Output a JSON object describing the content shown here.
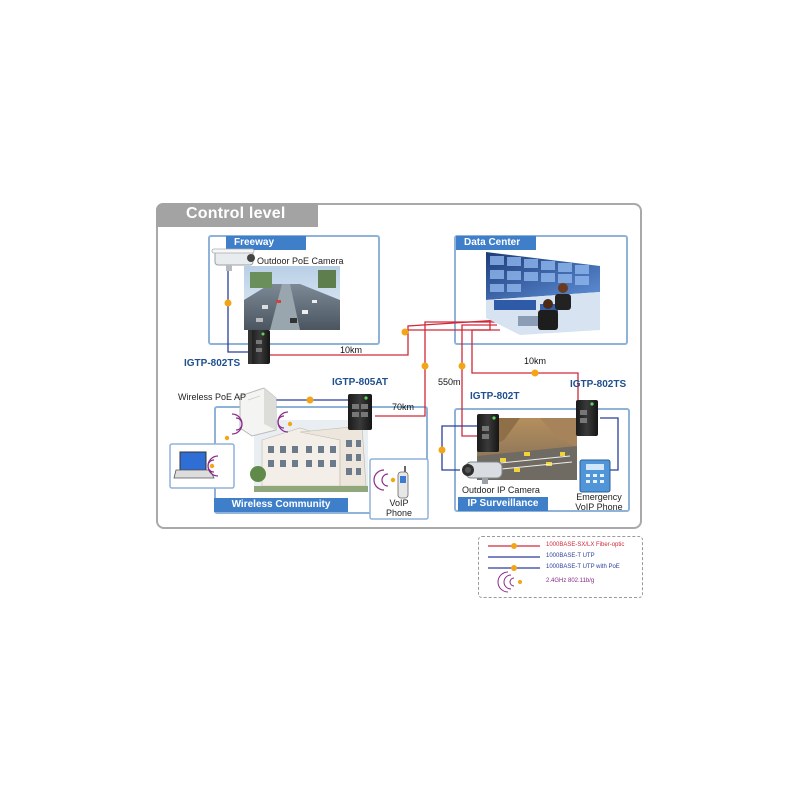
{
  "title": "Control level",
  "zones": {
    "freeway": "Freeway",
    "data_center": "Data Center",
    "wireless_community": "Wireless Community",
    "ip_surveillance": "IP Surveillance"
  },
  "labels": {
    "outdoor_poe_camera": "Outdoor PoE Camera",
    "wireless_poe_ap": "Wireless PoE AP",
    "voip_phone_line1": "VoIP",
    "voip_phone_line2": "Phone",
    "outdoor_ip_camera": "Outdoor IP Camera",
    "emergency_voip_line1": "Emergency",
    "emergency_voip_line2": "VoIP Phone"
  },
  "models": {
    "freeway_switch": "IGTP-802TS",
    "wireless_switch": "IGTP-805AT",
    "surveillance_switch_left": "IGTP-802T",
    "surveillance_switch_right": "IGTP-802TS"
  },
  "distances": {
    "freeway_to_dc": "10km",
    "wireless_to_dc": "70km",
    "dc_to_surveillance_left": "550m",
    "dc_to_surveillance_right": "10km"
  },
  "legend": [
    {
      "text": "1000BASE-SX/LX Fiber-optic",
      "color": "#d0293a"
    },
    {
      "text": "1000BASE-T UTP",
      "color": "#2b3f9e"
    },
    {
      "text": "1000BASE-T UTP with PoE",
      "color": "#2b3f9e"
    },
    {
      "text": "2.4GHz 802.11b/g",
      "color": "#8a2a8a"
    }
  ],
  "colors": {
    "fiber": "#d0293a",
    "utp": "#2b3f9e",
    "wireless": "#8a2a8a",
    "zone_border": "#8fb2d8",
    "zone_title": "#3f7fc9"
  }
}
